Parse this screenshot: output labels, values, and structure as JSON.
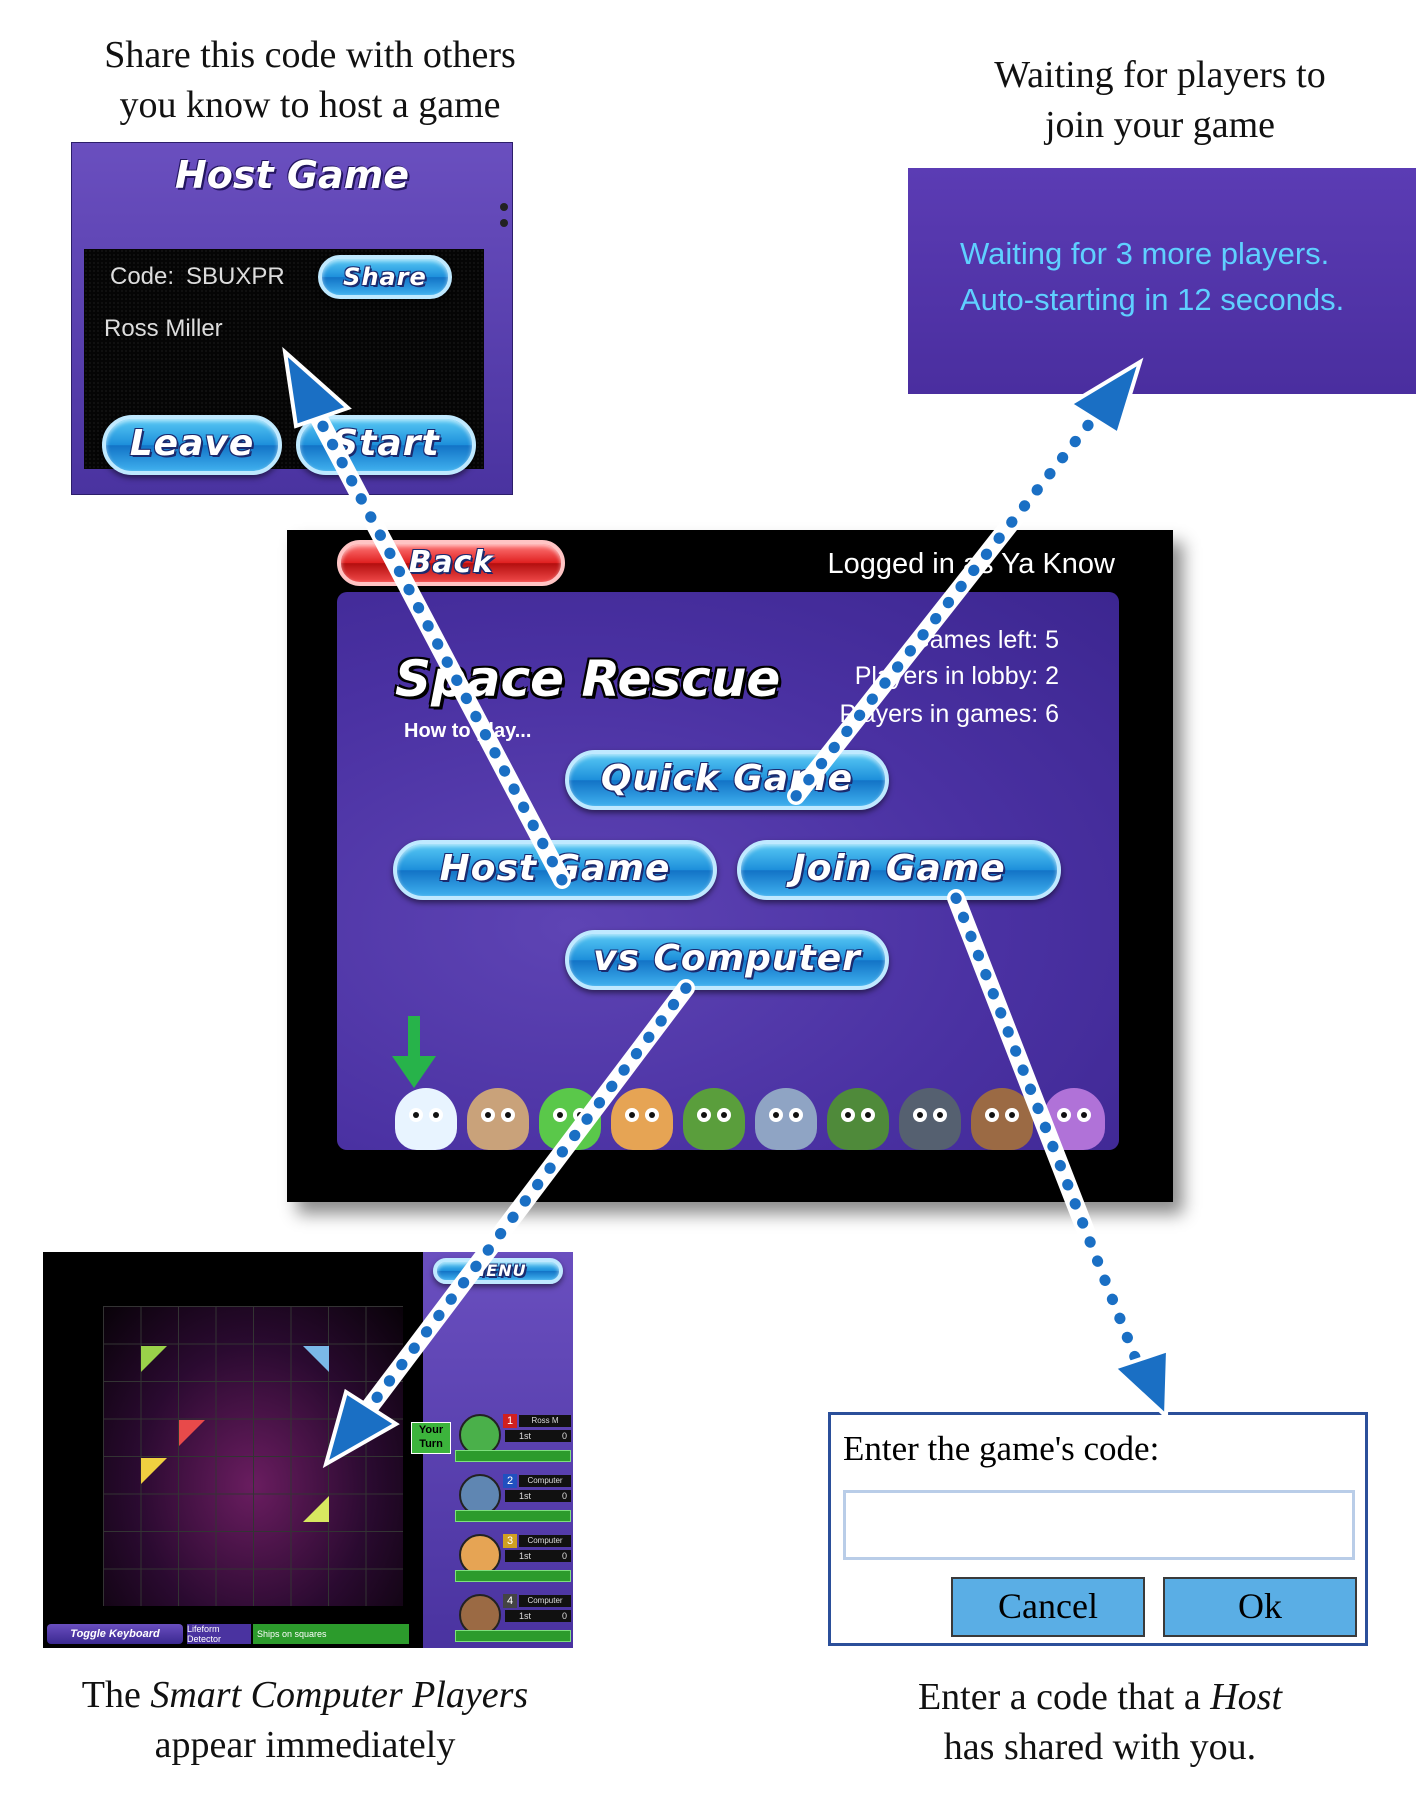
{
  "captions": {
    "host": [
      "Share this code with others",
      "you know to host a game"
    ],
    "waiting": [
      "Waiting for players to",
      "join your game"
    ],
    "computer": {
      "pre": "The ",
      "italic": "Smart Computer Players",
      "post": "appear immediately"
    },
    "join": {
      "pre": "Enter a code that a ",
      "italic": "Host",
      "post": "has shared with you."
    }
  },
  "host_panel": {
    "title": "Host Game",
    "code_label": "Code:",
    "code_value": "SBUXPR",
    "share_label": "Share",
    "player_name": "Ross Miller",
    "leave_label": "Leave",
    "start_label": "Start"
  },
  "waiting_panel": {
    "line1": "Waiting for 3 more players.",
    "line2": "Auto-starting in 12 seconds."
  },
  "lobby": {
    "back_label": "Back",
    "logged_in": "Logged in as Ya Know",
    "title": "Space Rescue",
    "how_to_play": "How to play...",
    "stats": [
      "Games left: 5",
      "Players in lobby: 2",
      "Players in games: 6"
    ],
    "buttons": {
      "quick": "Quick Game",
      "host": "Host Game",
      "join": "Join Game",
      "computer": "vs Computer"
    }
  },
  "board": {
    "menu_label": "MENU",
    "your_turn": "Your Turn",
    "toggle_keyboard": "Toggle Keyboard",
    "lifeform_detector": "Lifeform Detector",
    "detector_text": "Ships on squares",
    "players": [
      {
        "num": "1",
        "name": "Ross M",
        "rank": "1st",
        "score": "0"
      },
      {
        "num": "2",
        "name": "Computer",
        "rank": "1st",
        "score": "0"
      },
      {
        "num": "3",
        "name": "Computer",
        "rank": "1st",
        "score": "0"
      },
      {
        "num": "4",
        "name": "Computer",
        "rank": "1st",
        "score": "0"
      }
    ]
  },
  "code_dialog": {
    "label": "Enter the game's code:",
    "input_value": "",
    "cancel_label": "Cancel",
    "ok_label": "Ok"
  },
  "colors": {
    "panel_purple": "#4a33a0",
    "accent_cyan": "#5fd0ff",
    "arrow_blue": "#1a6fc4",
    "dialog_button": "#5aaee5"
  }
}
